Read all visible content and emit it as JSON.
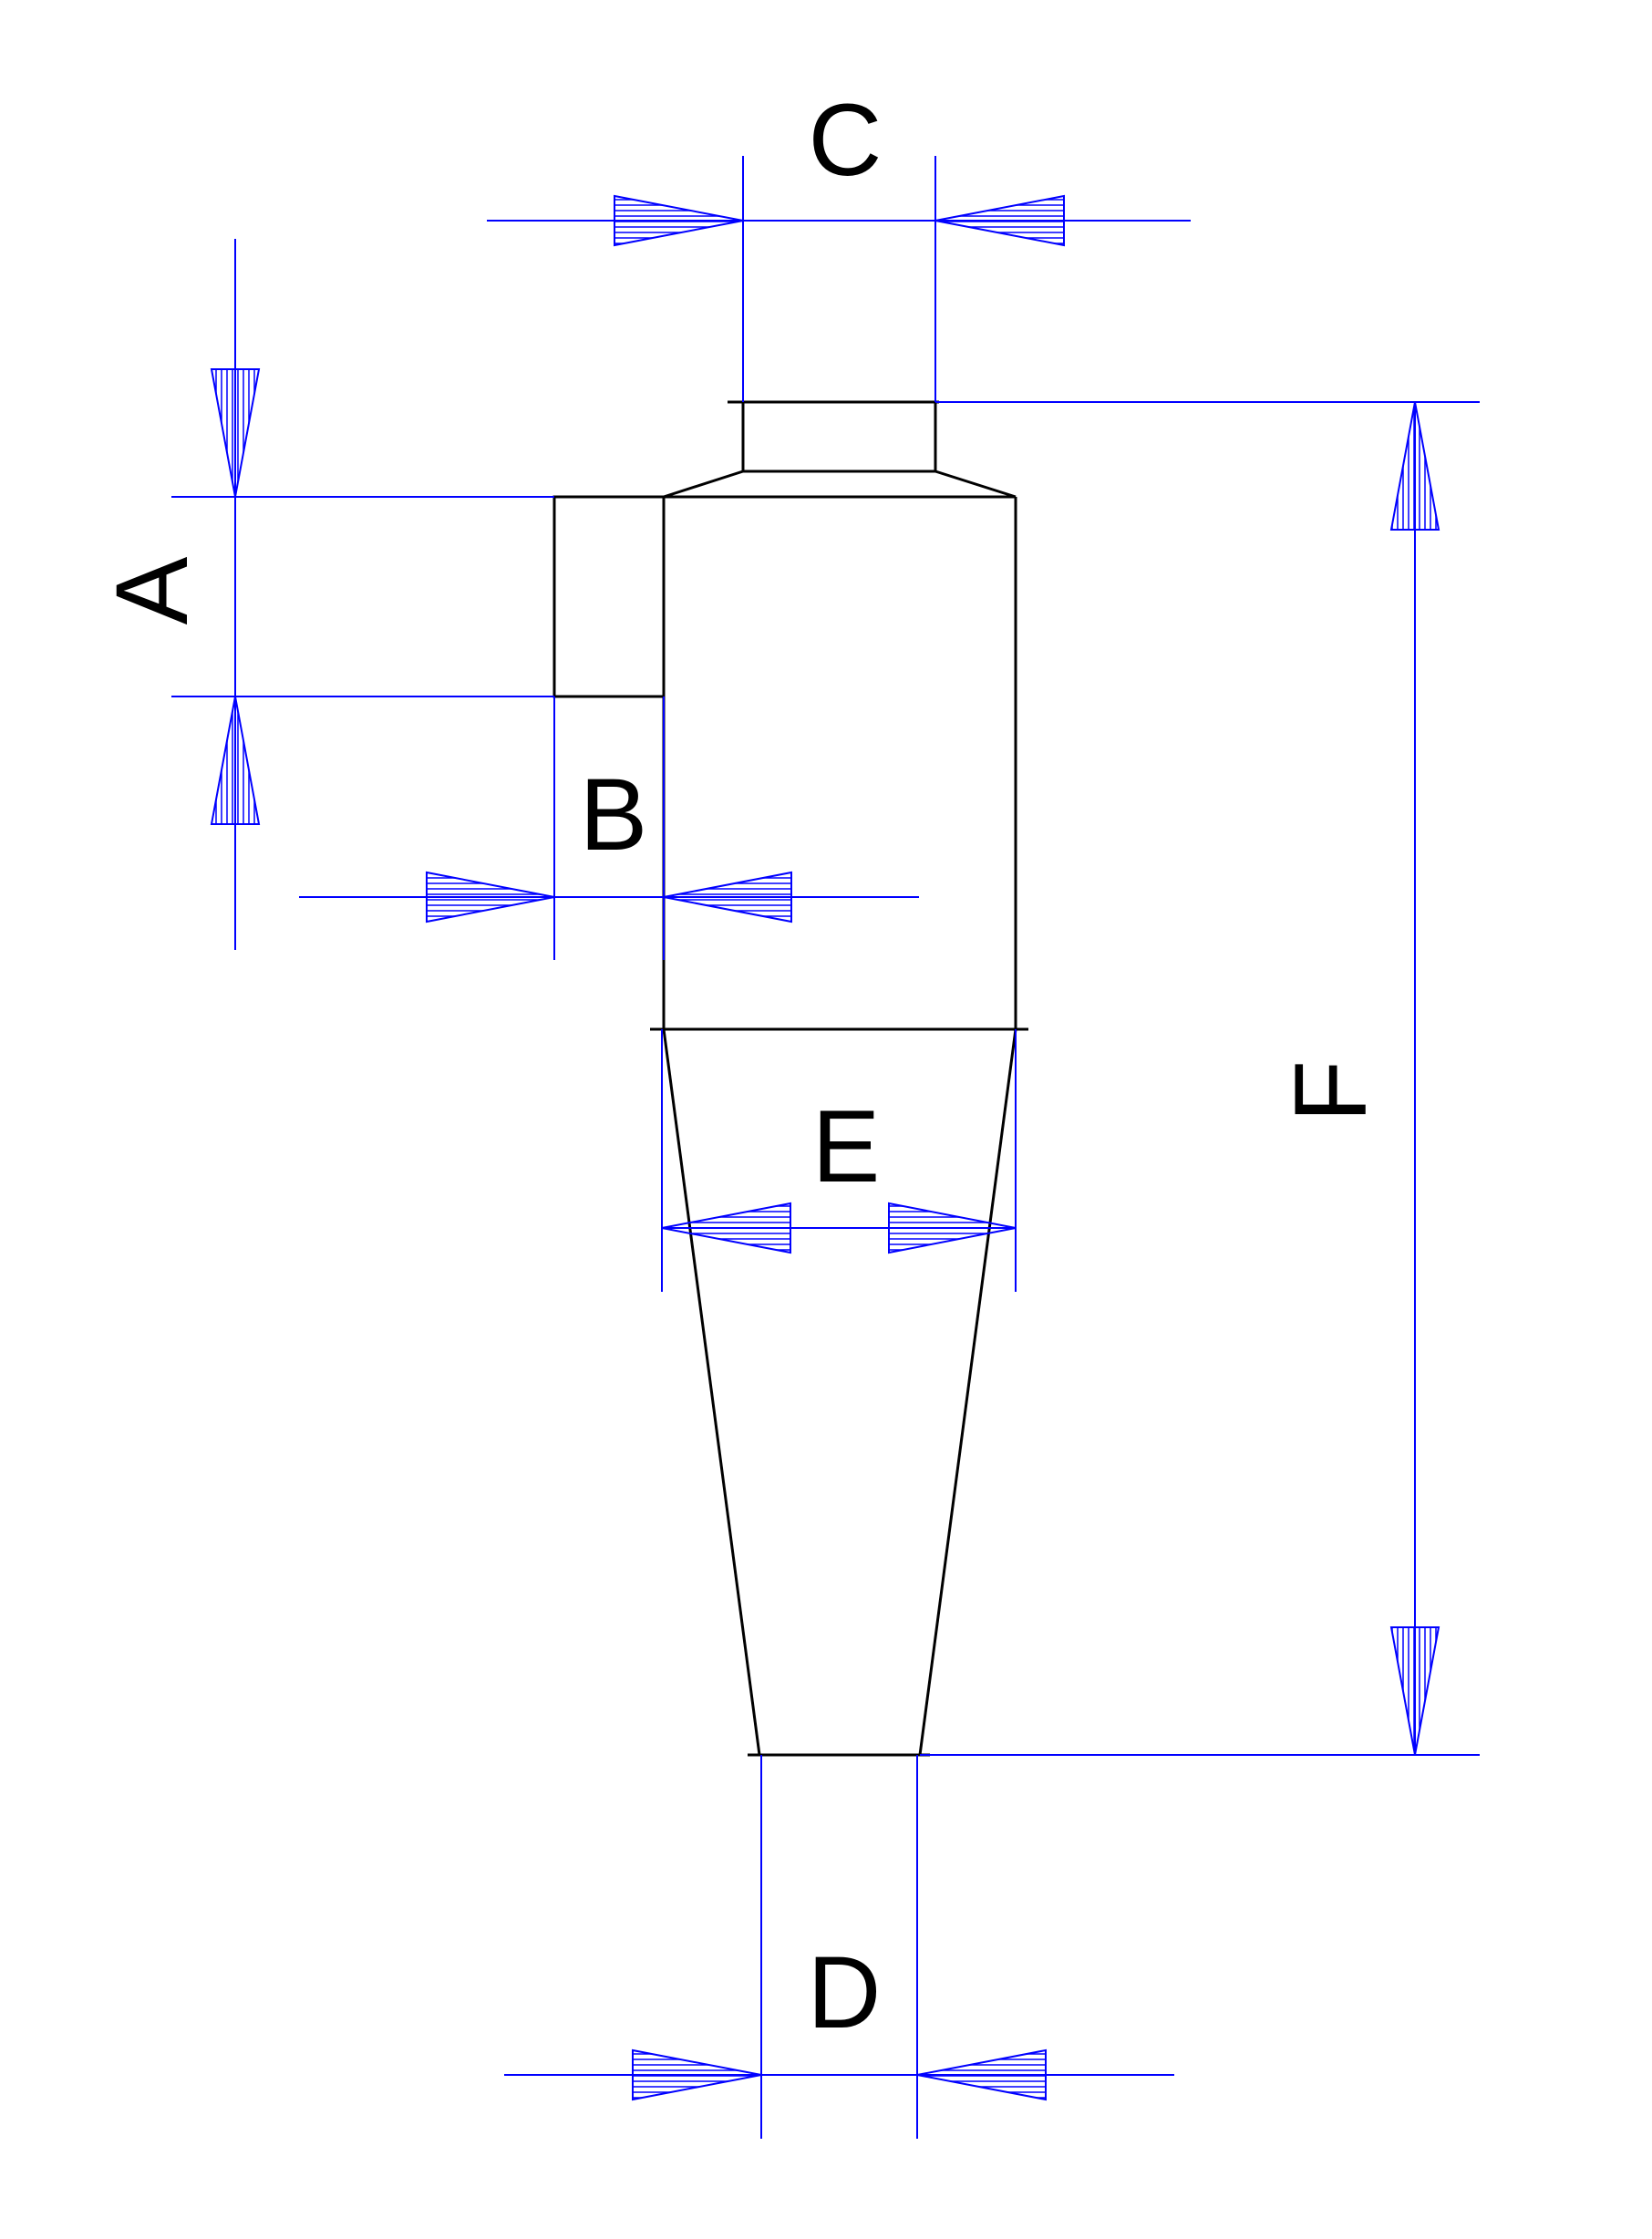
{
  "colors": {
    "outline": "#000000",
    "dimension": "#0000ff",
    "background": "#ffffff"
  },
  "labels": {
    "a": "A",
    "b": "B",
    "c": "C",
    "d": "D",
    "e": "E",
    "f": "F"
  }
}
